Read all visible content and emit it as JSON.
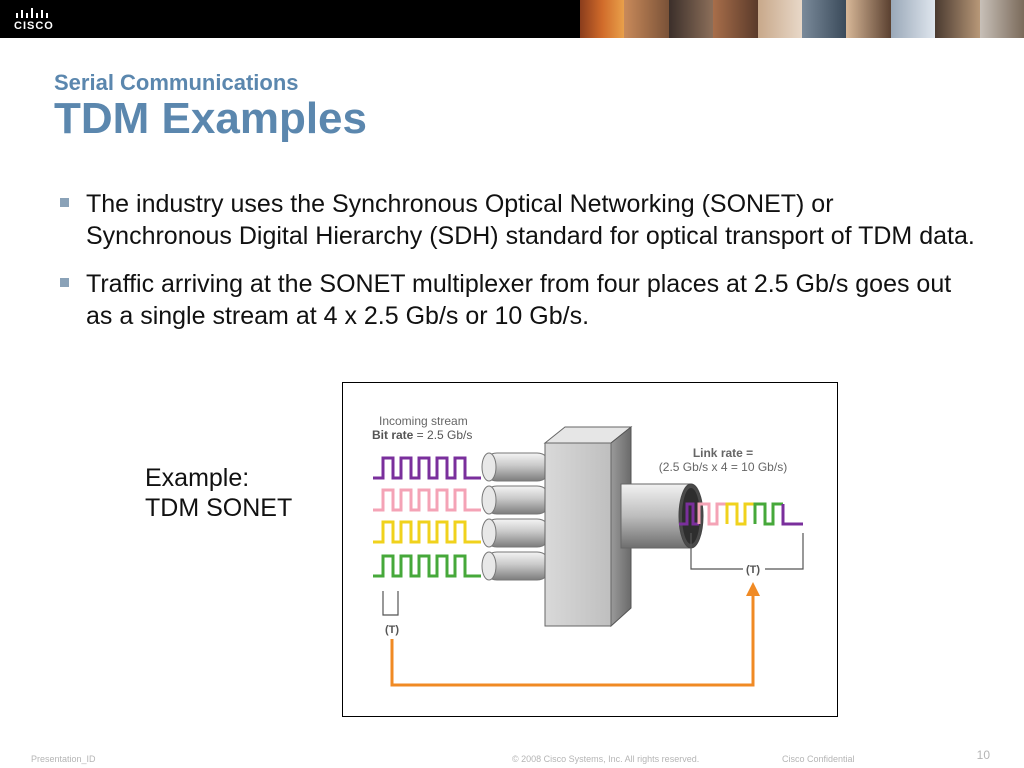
{
  "header": {
    "logo_text": "CISCO"
  },
  "slide": {
    "subtitle": "Serial Communications",
    "title": "TDM Examples",
    "bullets": [
      "The industry uses the Synchronous Optical Networking (SONET) or Synchronous Digital Hierarchy (SDH) standard for optical transport of TDM data.",
      "Traffic arriving at the SONET multiplexer from four places at 2.5 Gb/s goes out as a single stream at 4 x 2.5 Gb/s or 10 Gb/s."
    ],
    "example_line1": "Example:",
    "example_line2": "TDM SONET"
  },
  "figure": {
    "incoming_label": "Incoming stream",
    "bitrate_bold": "Bit rate",
    "bitrate_value": " = 2.5 Gb/s",
    "link_rate_label": "Link rate =",
    "link_rate_value": "(2.5 Gb/s x 4 = 10 Gb/s)",
    "t_marker": "(T)",
    "colors": {
      "purple": "#7a2f9c",
      "pink": "#f4a3b6",
      "yellow": "#f0d21c",
      "green": "#46a83a",
      "orange": "#f08a24"
    }
  },
  "footer": {
    "presentation_id": "Presentation_ID",
    "copyright": "© 2008 Cisco Systems, Inc. All rights reserved.",
    "confidential": "Cisco Confidential",
    "page_number": "10"
  }
}
